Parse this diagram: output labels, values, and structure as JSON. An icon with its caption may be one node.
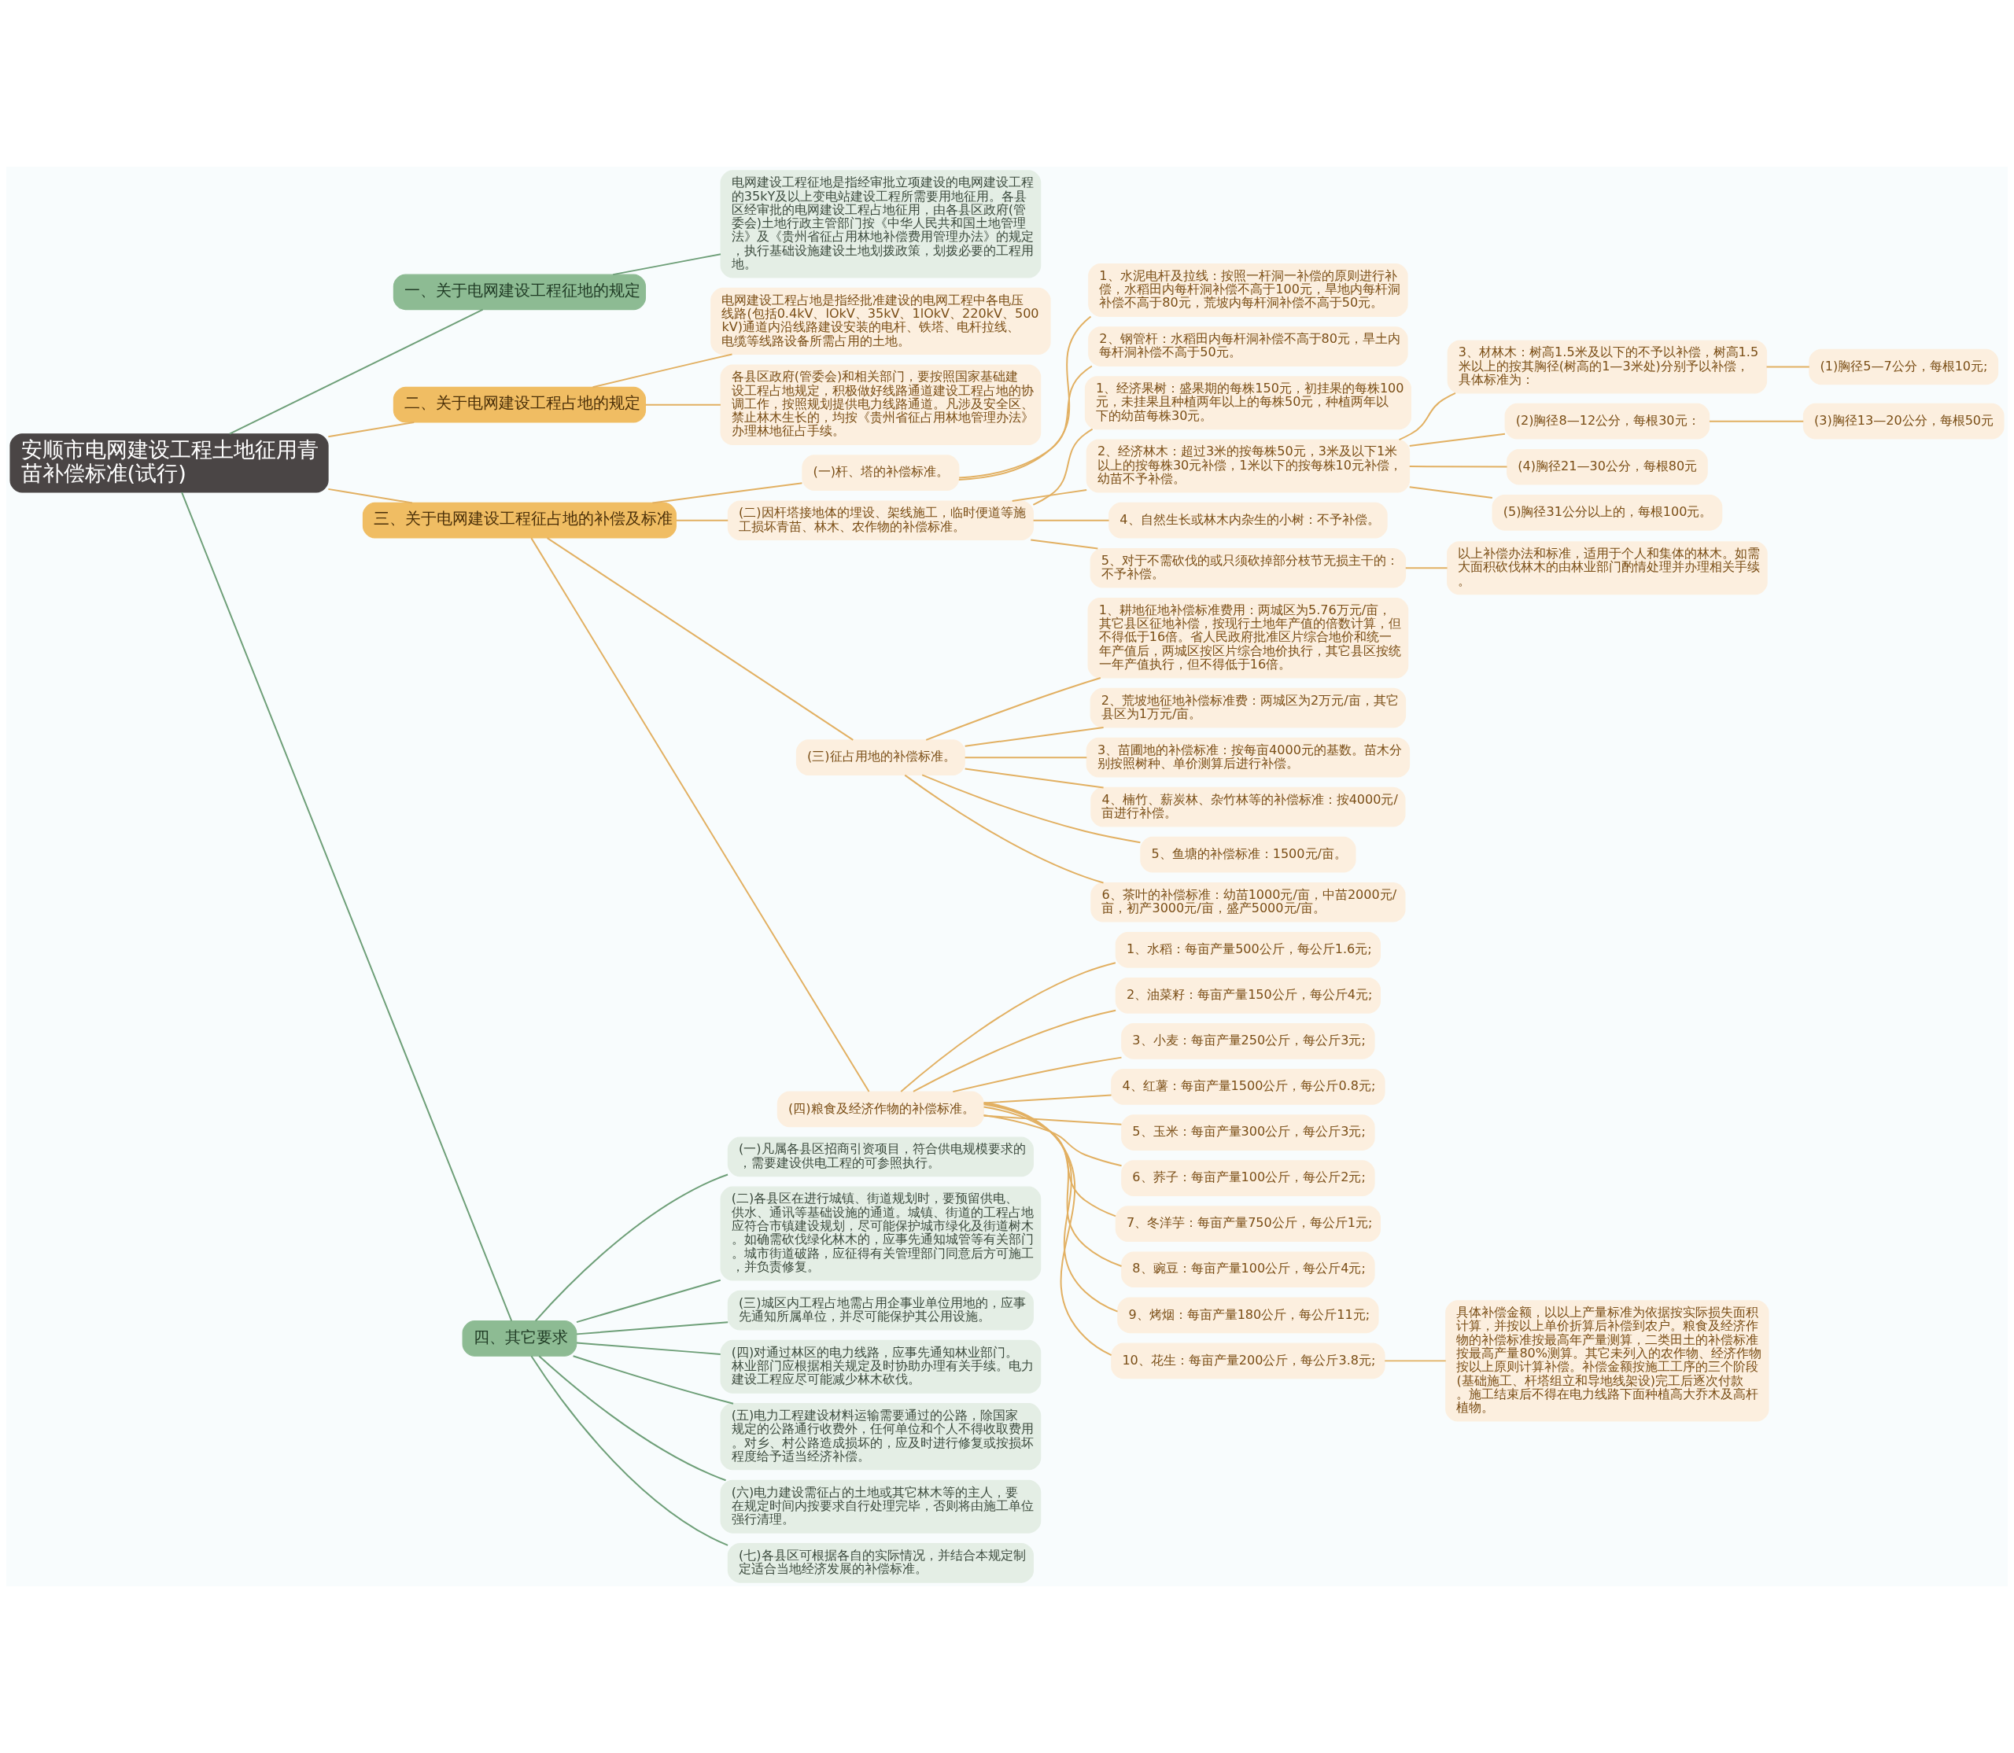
{
  "diagram": {
    "nodes": [
      {
        "text": [
          "安顺市电网建设工程土地征用青苗补偿标准(试行)"
        ]
      },
      {
        "text": [
          "一、关于电网建设工程征地的规定"
        ]
      },
      {
        "text": [
          "电网建设工程征地是指经审批立项建设的电网建设工程的35kY及以上变电站建设工程所需要用地征用。各县区经审批的电网建设工程占地征用，由各县区政府(管委会)土地行政主管部门按《中华人民共和国土地管理法》及《贵州省征占用林地补偿费用管理办法》的规定，执行基础设施建设土地划拨政策，划拨必要的工程用地。"
        ]
      },
      {
        "text": [
          "二、关于电网建设工程占地的规定"
        ]
      },
      {
        "text": [
          "电网建设工程占地是指经批准建设的电网工程中各电压线路(包括0.4kV、lOkV、35kV、1lOkV、220kV、500kV)通道内沿线路建设安装的电杆、铁塔、电杆拉线、电缆等线路设备所需占用的土地。"
        ]
      },
      {
        "text": [
          "各县区政府(管委会)和相关部门，要按照国家基础建设工程占地规定，积极做好线路通道建设工程占地的协调工作，按照规划提供电力线路通道。凡涉及安全区、禁止林木生长的，均按《贵州省征占用林地管理办法》办理林地征占手续。"
        ]
      },
      {
        "text": [
          "三、关于电网建设工程征占地的补偿及标准"
        ]
      },
      {
        "text": [
          "(一)杆、塔的补偿标准。"
        ]
      },
      {
        "text": [
          "1、水泥电杆及拉线：按照一杆洞一补偿的原则进行补偿，水稻田内每杆洞补偿不高于100元，旱地内每杆洞补偿不高于80元，荒坡内每杆洞补偿不高于50元。"
        ]
      },
      {
        "text": [
          "2、钢管杆：水稻田内每杆洞补偿不高于80元，旱土内每杆洞补偿不高于50元。"
        ]
      },
      {
        "text": [
          "(二)因杆塔接地体的埋设、架线施工，临时便道等施工损坏青苗、林木、农作物的补偿标准。"
        ]
      },
      {
        "text": [
          "1、经济果树：盛果期的每株150元，初挂果的每株100元，未挂果且种植两年以上的每株50元，种植两年以下的幼苗每株30元。"
        ]
      },
      {
        "text": [
          "2、经济林木：超过3米的按每株50元，3米及以下1米以上的按每株30元补偿，1米以下的按每株10元补偿，幼苗不予补偿。"
        ]
      },
      {
        "text": [
          "3、材林木：树高1.5米及以下的不予以补偿，树高1.5米以上的按其胸径(树高的1—3米处)分别予以补偿，具体标准为："
        ]
      },
      {
        "text": [
          "(1)胸径5—7公分，每根10元;"
        ]
      },
      {
        "text": [
          "(2)胸径8—12公分，每根30元："
        ]
      },
      {
        "text": [
          "(3)胸径13—20公分，每根50元"
        ]
      },
      {
        "text": [
          "(4)胸径21—30公分，每根80元"
        ]
      },
      {
        "text": [
          "(5)胸径31公分以上的，每根100元。"
        ]
      },
      {
        "text": [
          "4、自然生长或林木内杂生的小树：不予补偿。"
        ]
      },
      {
        "text": [
          "5、对于不需砍伐的或只须砍掉部分枝节无损主干的：不予补偿。"
        ]
      },
      {
        "text": [
          "以上补偿办法和标准，适用于个人和集体的林木。如需大面积砍伐林木的由林业部门酌情处理并办理相关手续。"
        ]
      },
      {
        "text": [
          "(三)征占用地的补偿标准。"
        ]
      },
      {
        "text": [
          "1、耕地征地补偿标准费用：两城区为5.76万元/亩，其它县区征地补偿，按现行土地年产值的倍数计算，但不得低于16倍。省人民政府批准区片综合地价和统一年产值后，两城区按区片综合地价执行，其它县区按统一年产值执行，但不得低于16倍。"
        ]
      },
      {
        "text": [
          "2、荒坡地征地补偿标准费：两城区为2万元/亩，其它县区为1万元/亩。"
        ]
      },
      {
        "text": [
          "3、苗圃地的补偿标准：按每亩4000元的基数。苗木分别按照树种、单价测算后进行补偿。"
        ]
      },
      {
        "text": [
          "4、楠竹、薪炭林、杂竹林等的补偿标准：按4000元/亩进行补偿。"
        ]
      },
      {
        "text": [
          "5、鱼塘的补偿标准：1500元/亩。"
        ]
      },
      {
        "text": [
          "6、茶叶的补偿标准：幼苗1000元/亩，中苗2000元/亩，初产3000元/亩，盛产5000元/亩。"
        ]
      },
      {
        "text": [
          "(四)粮食及经济作物的补偿标准。"
        ]
      },
      {
        "text": [
          "1、水稻：每亩产量500公斤，每公斤1.6元;"
        ]
      },
      {
        "text": [
          "2、油菜籽：每亩产量150公斤，每公斤4元;"
        ]
      },
      {
        "text": [
          "3、小麦：每亩产量250公斤，每公斤3元;"
        ]
      },
      {
        "text": [
          "4、红薯：每亩产量1500公斤，每公斤0.8元;"
        ]
      },
      {
        "text": [
          "5、玉米：每亩产量300公斤，每公斤3元;"
        ]
      },
      {
        "text": [
          "6、荞子：每亩产量100公斤，每公斤2元;"
        ]
      },
      {
        "text": [
          "7、冬洋芋：每亩产量750公斤，每公斤1元;"
        ]
      },
      {
        "text": [
          "8、豌豆：每亩产量100公斤，每公斤4元;"
        ]
      },
      {
        "text": [
          "9、烤烟：每亩产量180公斤，每公斤11元;"
        ]
      },
      {
        "text": [
          "10、花生：每亩产量200公斤，每公斤3.8元;"
        ]
      },
      {
        "text": [
          "具体补偿金额，以以上产量标准为依据按实际损失面积计算，并按以上单价折算后补偿到农户。粮食及经济作物的补偿标准按最高年产量测算，二类田土的补偿标准按最高产量80%测算。其它未列入的农作物、经济作物按以上原则计算补偿。补偿金额按施工工序的三个阶段(基础施工、杆塔组立和导地线架设)完工后逐次付款。施工结束后不得在电力线路下面种植高大乔木及高杆植物。"
        ]
      },
      {
        "text": [
          "四、其它要求"
        ]
      },
      {
        "text": [
          "(一)凡属各县区招商引资项目，符合供电规模要求的，需要建设供电工程的可参照执行。"
        ]
      },
      {
        "text": [
          "(二)各县区在进行城镇、街道规划时，要预留供电、供水、通讯等基础设施的通道。城镇、街道的工程占地应符合市镇建设规划，尽可能保护城市绿化及街道树木。如确需砍伐绿化林木的，应事先通知城管等有关部门。城市街道破路，应征得有关管理部门同意后方可施工，并负责修复。"
        ]
      },
      {
        "text": [
          "(三)城区内工程占地需占用企事业单位用地的，应事先通知所属单位，并尽可能保护其公用设施。"
        ]
      },
      {
        "text": [
          "(四)对通过林区的电力线路，应事先通知林业部门。林业部门应根据相关规定及时协助办理有关手续。电力建设工程应尽可能减少林木砍伐。"
        ]
      },
      {
        "text": [
          "(五)电力工程建设材料运输需要通过的公路，除国家规定的公路通行收费外，任何单位和个人不得收取费用。对乡、村公路造成损坏的，应及时进行修复或按损坏程度给予适当经济补偿。"
        ]
      },
      {
        "text": [
          "(六)电力建设需征占的土地或其它林木等的主人，要在规定时间内按要求自行处理完毕，否则将由施工单位强行清理。"
        ]
      },
      {
        "text": [
          "(七)各县区可根据各自的实际情况，并结合本规定制定适合当地经济发展的补偿标准。"
        ]
      }
    ],
    "edges": [
      {
        "from": 0,
        "to": 1,
        "arrow": "none",
        "color": "#6e9f78"
      },
      {
        "from": 1,
        "to": 2,
        "arrow": "none",
        "color": "#6e9f78"
      },
      {
        "from": 0,
        "to": 3,
        "arrow": "none"
      },
      {
        "from": 3,
        "to": 4,
        "arrow": "none"
      },
      {
        "from": 3,
        "to": 5,
        "arrow": "none"
      },
      {
        "from": 0,
        "to": 6,
        "arrow": "none"
      },
      {
        "from": 6,
        "to": 7,
        "arrow": "none"
      },
      {
        "from": 7,
        "to": 8,
        "arrow": "none"
      },
      {
        "from": 7,
        "to": 9,
        "arrow": "none"
      },
      {
        "from": 6,
        "to": 10,
        "arrow": "none"
      },
      {
        "from": 10,
        "to": 11,
        "arrow": "none"
      },
      {
        "from": 10,
        "to": 12,
        "arrow": "none"
      },
      {
        "from": 12,
        "to": 13,
        "arrow": "none"
      },
      {
        "from": 13,
        "to": 14,
        "arrow": "none"
      },
      {
        "from": 12,
        "to": 15,
        "arrow": "none"
      },
      {
        "from": 15,
        "to": 16,
        "arrow": "none"
      },
      {
        "from": 12,
        "to": 17,
        "arrow": "none"
      },
      {
        "from": 12,
        "to": 18,
        "arrow": "none"
      },
      {
        "from": 10,
        "to": 19,
        "arrow": "none"
      },
      {
        "from": 10,
        "to": 20,
        "arrow": "none"
      },
      {
        "from": 20,
        "to": 21,
        "arrow": "none"
      },
      {
        "from": 6,
        "to": 22,
        "arrow": "none"
      },
      {
        "from": 22,
        "to": 23,
        "arrow": "none"
      },
      {
        "from": 22,
        "to": 24,
        "arrow": "none"
      },
      {
        "from": 22,
        "to": 25,
        "arrow": "none"
      },
      {
        "from": 22,
        "to": 26,
        "arrow": "none"
      },
      {
        "from": 22,
        "to": 27,
        "arrow": "none"
      },
      {
        "from": 22,
        "to": 28,
        "arrow": "none"
      },
      {
        "from": 6,
        "to": 29,
        "arrow": "none"
      },
      {
        "from": 29,
        "to": 30,
        "arrow": "none"
      },
      {
        "from": 29,
        "to": 31,
        "arrow": "none"
      },
      {
        "from": 29,
        "to": 32,
        "arrow": "none"
      },
      {
        "from": 29,
        "to": 33,
        "arrow": "none"
      },
      {
        "from": 29,
        "to": 34,
        "arrow": "none"
      },
      {
        "from": 29,
        "to": 35,
        "arrow": "none"
      },
      {
        "from": 29,
        "to": 36,
        "arrow": "none"
      },
      {
        "from": 29,
        "to": 37,
        "arrow": "none"
      },
      {
        "from": 29,
        "to": 38,
        "arrow": "none"
      },
      {
        "from": 29,
        "to": 39,
        "arrow": "none"
      },
      {
        "from": 39,
        "to": 40,
        "arrow": "none"
      },
      {
        "from": 0,
        "to": 41,
        "arrow": "none",
        "color": "#6e9f78"
      },
      {
        "from": 41,
        "to": 42,
        "arrow": "none",
        "color": "#6e9f78"
      },
      {
        "from": 41,
        "to": 43,
        "arrow": "none",
        "color": "#6e9f78"
      },
      {
        "from": 41,
        "to": 44,
        "arrow": "none",
        "color": "#6e9f78"
      },
      {
        "from": 41,
        "to": 45,
        "arrow": "none",
        "color": "#6e9f78"
      },
      {
        "from": 41,
        "to": 46,
        "arrow": "none",
        "color": "#6e9f78"
      },
      {
        "from": 41,
        "to": 47,
        "arrow": "none",
        "color": "#6e9f78"
      },
      {
        "from": 41,
        "to": 48,
        "arrow": "none",
        "color": "#6e9f78"
      }
    ]
  }
}
